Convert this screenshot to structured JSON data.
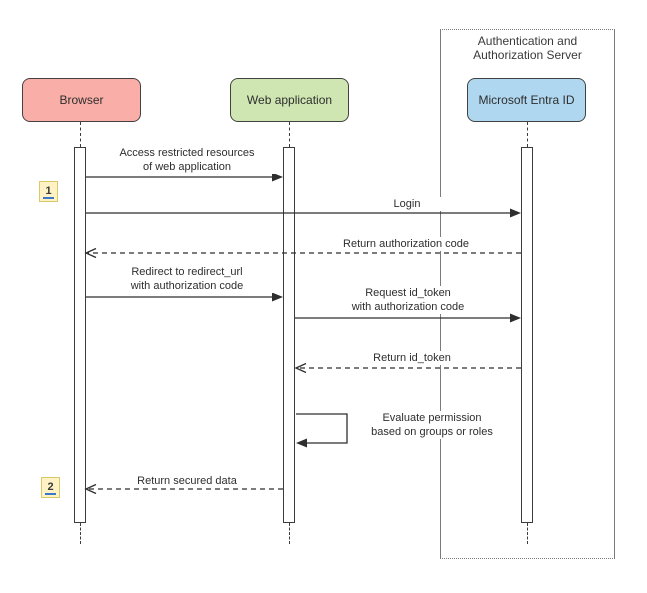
{
  "frame": {
    "title_line1": "Authentication and",
    "title_line2": "Authorization Server"
  },
  "actors": {
    "browser": {
      "label": "Browser",
      "fill": "#F9AFA8"
    },
    "web_application": {
      "label": "Web application",
      "fill": "#CFE6B2"
    },
    "microsoft_entra_id": {
      "label": "Microsoft Entra ID",
      "fill": "#AFD7F0"
    }
  },
  "markers": {
    "step1": {
      "label": "1",
      "fill": "#FFF3C5"
    },
    "step2": {
      "label": "2",
      "fill": "#FFF3C5"
    }
  },
  "messages": {
    "access_restricted": {
      "line1": "Access restricted resources",
      "line2": "of web application",
      "type": "solid",
      "from": "browser",
      "to": "web_application"
    },
    "login": {
      "line1": "Login",
      "type": "solid",
      "from": "browser",
      "to": "microsoft_entra_id"
    },
    "return_auth_code": {
      "line1": "Return authorization code",
      "type": "dashed",
      "from": "microsoft_entra_id",
      "to": "browser"
    },
    "redirect": {
      "line1": "Redirect to redirect_url",
      "line2": "with authorization code",
      "type": "solid",
      "from": "browser",
      "to": "web_application"
    },
    "request_id_token": {
      "line1": "Request id_token",
      "line2": "with authorization code",
      "type": "solid",
      "from": "web_application",
      "to": "microsoft_entra_id"
    },
    "return_id_token": {
      "line1": "Return id_token",
      "type": "dashed",
      "from": "microsoft_entra_id",
      "to": "web_application"
    },
    "evaluate_permission": {
      "line1": "Evaluate permission",
      "line2": "based on groups or roles",
      "type": "self",
      "from": "web_application",
      "to": "web_application"
    },
    "return_secured_data": {
      "line1": "Return secured data",
      "type": "dashed",
      "from": "web_application",
      "to": "browser"
    }
  },
  "colors": {
    "line": "#2e2e2e",
    "frame_border": "#7b7b7b",
    "link_underline_blue": "#3B78C8",
    "browser_fill": "#F9AFA8",
    "web_application_fill": "#CFE6B2",
    "entra_fill": "#AFD7F0",
    "marker_fill": "#FFF3C5"
  }
}
